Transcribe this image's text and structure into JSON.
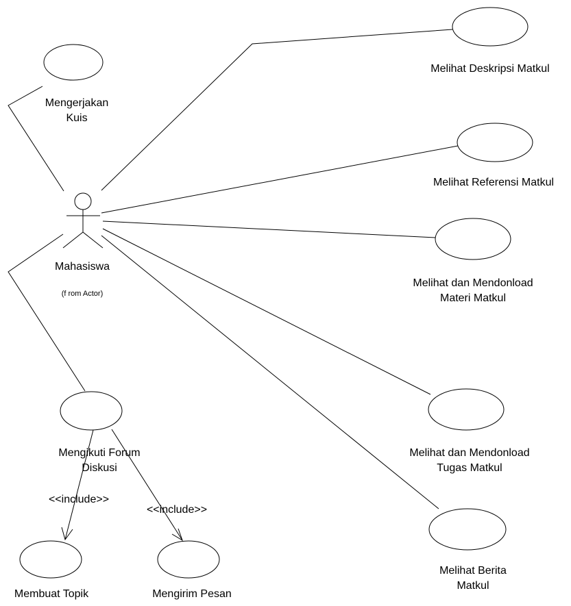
{
  "diagram": {
    "actor": {
      "name": "Mahasiswa",
      "package_note": "(f rom Actor)"
    },
    "use_cases": {
      "kuis": [
        "Mengerjakan",
        "Kuis"
      ],
      "deskripsi": [
        "Melihat Deskripsi Matkul"
      ],
      "referensi": [
        "Melihat Referensi Matkul"
      ],
      "materi": [
        "Melihat dan Mendonload",
        "Materi Matkul"
      ],
      "forum": [
        "Mengikuti Forum",
        "Diskusi"
      ],
      "tugas": [
        "Melihat dan Mendonload",
        "Tugas Matkul"
      ],
      "berita": [
        "Melihat Berita",
        "Matkul"
      ],
      "topik": [
        "Membuat Topik"
      ],
      "pesan": [
        "Mengirim Pesan"
      ]
    },
    "relations": {
      "include_label": "<<include>>"
    }
  }
}
